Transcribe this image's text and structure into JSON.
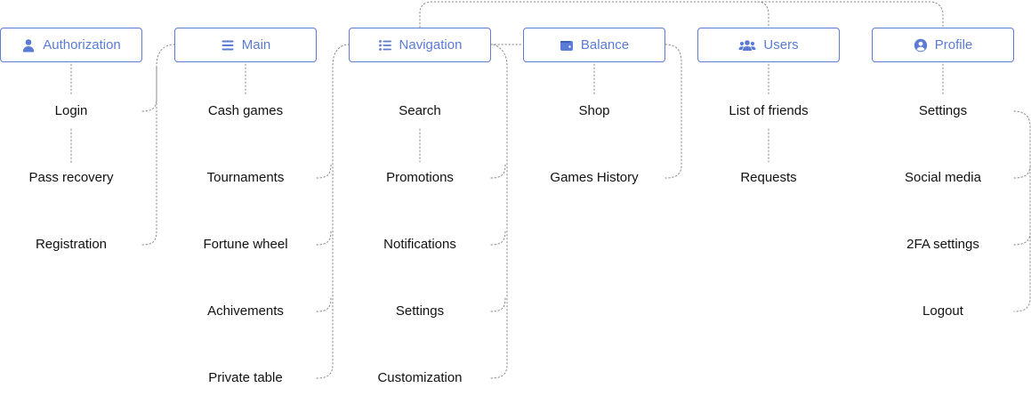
{
  "columns": [
    {
      "title": "Authorization",
      "icon": "user-icon",
      "items": [
        "Login",
        "Pass recovery",
        "Registration"
      ]
    },
    {
      "title": "Main",
      "icon": "menu-lines-icon",
      "items": [
        "Cash games",
        "Tournaments",
        "Fortune wheel",
        "Achivements",
        "Private table"
      ]
    },
    {
      "title": "Navigation",
      "icon": "list-icon",
      "items": [
        "Search",
        "Promotions",
        "Notifications",
        "Settings",
        "Customization"
      ]
    },
    {
      "title": "Balance",
      "icon": "wallet-icon",
      "items": [
        "Shop",
        "Games History"
      ]
    },
    {
      "title": "Users",
      "icon": "users-icon",
      "items": [
        "List of friends",
        "Requests"
      ]
    },
    {
      "title": "Profile",
      "icon": "user-circle-icon",
      "items": [
        "Settings",
        "Social media",
        "2FA settings",
        "Logout"
      ]
    }
  ],
  "colors": {
    "accent": "#5b7bd5",
    "text": "#111111",
    "connector": "#8a8a8a"
  }
}
